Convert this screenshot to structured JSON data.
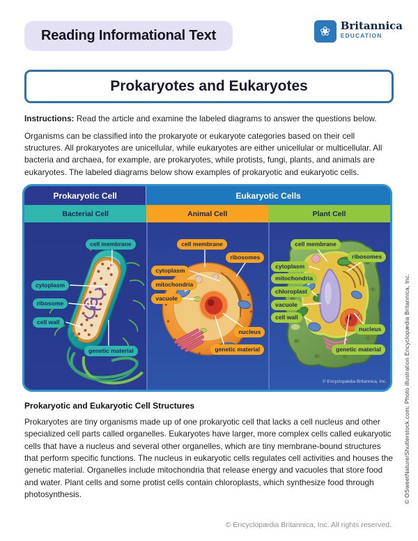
{
  "page": {
    "badge": "Reading Informational Text",
    "logo": {
      "brand": "Britannica",
      "division": "EDUCATION",
      "icon": "thistle-icon"
    },
    "title": "Prokaryotes and Eukaryotes",
    "instructions": {
      "label": "Instructions:",
      "text": " Read the article and examine the labeled diagrams to answer the questions below."
    },
    "intro": "Organisms can be classified into the prokaryote or eukaryote categories based on their cell structures. All prokaryotes are unicellular, while eukaryotes are either unicellular or multicellular. All bacteria and archaea, for example, are prokaryotes, while protists, fungi, plants, and animals are eukaryotes. The labeled diagrams below show examples of prokaryotic and eukaryotic cells.",
    "footer": "© Encyclopædia Britannica, Inc. All rights reserved."
  },
  "diagram": {
    "group_headers": {
      "prokaryotic": "Prokaryotic Cell",
      "eukaryotic": "Eukaryotic Cells"
    },
    "subheaders": {
      "bacterial": "Bacterial Cell",
      "animal": "Animal Cell",
      "plant": "Plant Cell"
    },
    "panels": {
      "bacterial": {
        "labels": [
          "cell membrane",
          "cytoplasm",
          "ribosome",
          "cell wall",
          "genetic material"
        ]
      },
      "animal": {
        "labels": [
          "cell membrane",
          "ribosomes",
          "cytoplasm",
          "mitochondria",
          "vacuole",
          "nucleus",
          "genetic material"
        ]
      },
      "plant": {
        "labels": [
          "cell membrane",
          "ribosomes",
          "cytoplasm",
          "mitochondria",
          "chloroplast",
          "vacuole",
          "cell wall",
          "nucleus",
          "genetic material"
        ]
      }
    },
    "image_credit_inline": "© Encyclopædia Britannica, Inc.",
    "image_credit_vertical": "© OSweetNature/Shutterstock.com; Photo illustration Encyclopædia Britannica, Inc.",
    "colors": {
      "prokaryotic_header": "#2b3990",
      "eukaryotic_header": "#1e78be",
      "bacterial_accent": "#2fb7ad",
      "animal_accent": "#f7a320",
      "plant_accent": "#92c63f",
      "panel_background": "#293a8e",
      "diagram_border": "#2e93d4",
      "badge_background": "#e5e1f5"
    }
  },
  "article": {
    "heading": "Prokaryotic and Eukaryotic Cell Structures",
    "body": "Prokaryotes are tiny organisms made up of one prokaryotic cell that lacks a cell nucleus and other specialized cell parts called organelles. Eukaryotes have larger, more complex cells called eukaryotic cells that have a nucleus and several other organelles, which are tiny membrane-bound structures that perform specific functions. The nucleus in eukaryotic cells regulates cell activities and houses the genetic material. Organelles include mitochondria that release energy and vacuoles that store food and water. Plant cells and some protist cells contain chloroplasts, which synthesize food through photosynthesis."
  }
}
